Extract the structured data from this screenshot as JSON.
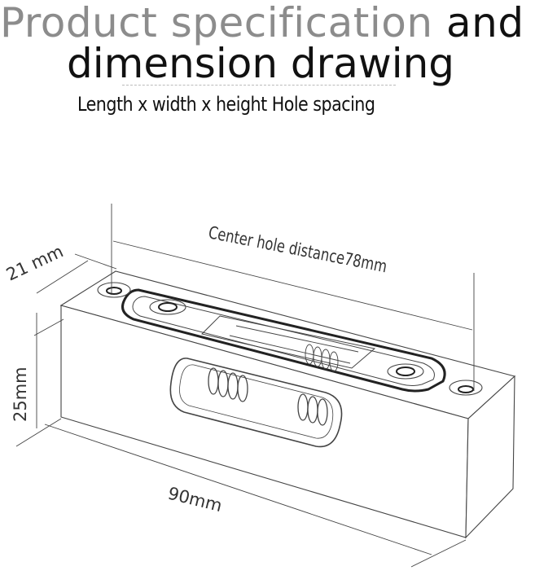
{
  "header": {
    "title_part1": "Product specification",
    "title_part2": "and",
    "title_line2": "dimension drawing",
    "subtitle": "Length x width x height  Hole spacing"
  },
  "dimensions": {
    "width_label": "21 mm",
    "height_label": "25mm",
    "length_label": "90mm",
    "hole_distance_label": "Center hole distance78mm"
  },
  "colors": {
    "title_light": "#8c8c8c",
    "title_dark": "#111111",
    "line": "#333333"
  }
}
